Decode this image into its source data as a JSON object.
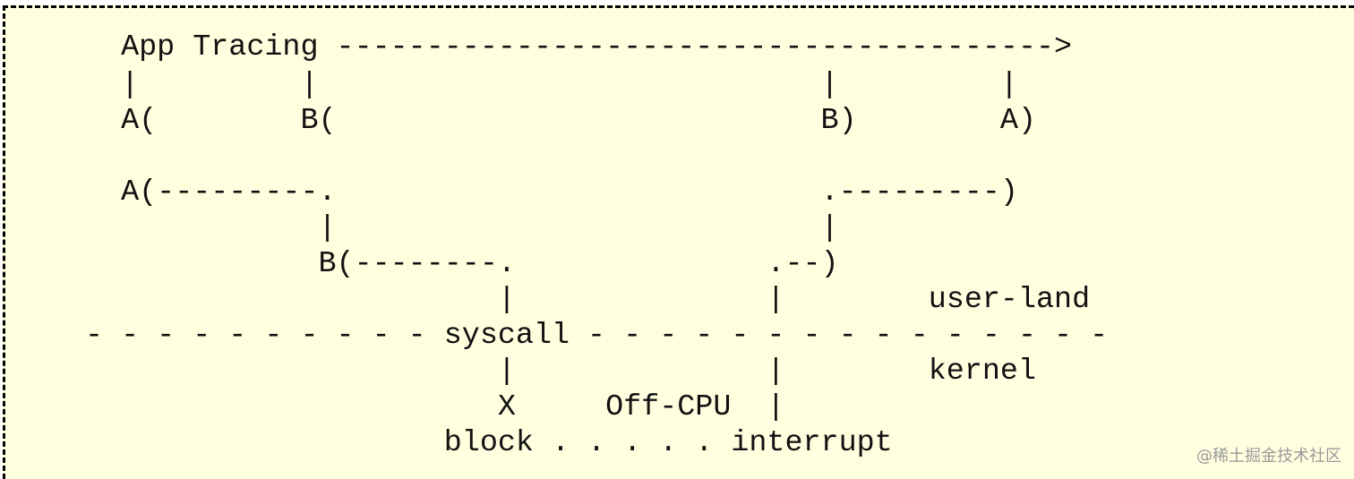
{
  "diagram": {
    "lines": [
      "  App Tracing ---------------------------------------->",
      "  |         |                            |         |",
      "  A(        B(                           B)        A)",
      "",
      "  A(---------.                           .---------)",
      "             |                           |",
      "             B(--------.              .--)",
      "                       |              |        user-land",
      "- - - - - - - - - - syscall - - - - - - - - - - - - - - -",
      "                       |              |        kernel",
      "                       X     Off-CPU  |",
      "                    block . . . . . interrupt"
    ]
  },
  "watermark": "@稀土掘金技术社区"
}
